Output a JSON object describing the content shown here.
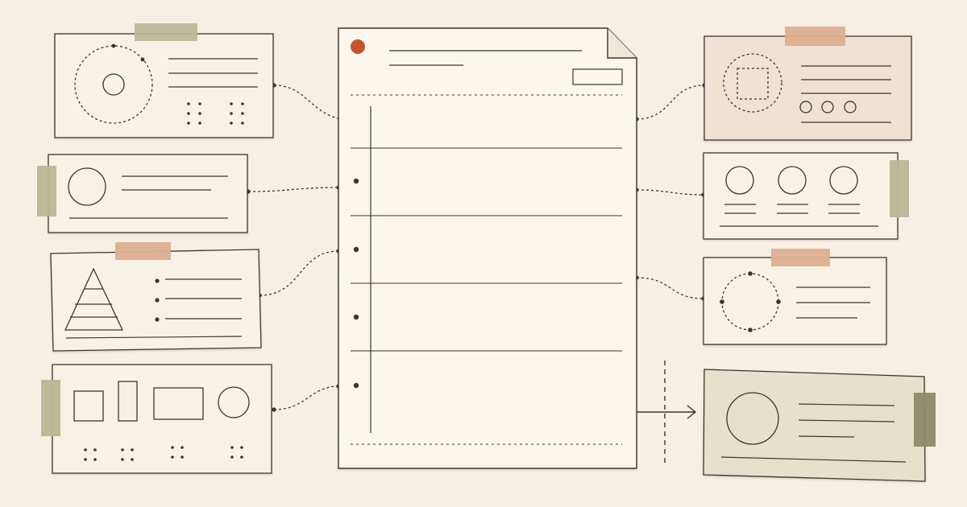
{
  "illustration": {
    "colors": {
      "background": "#f6efe3",
      "card": "#f8f2e6",
      "card_pink": "#f1e1d2",
      "card_green": "#e5e2cc",
      "ink": "#3a3530",
      "ink_light": "#8a847b",
      "accent_dot": "#c8522d",
      "tape_sage": "#b7b795",
      "tape_peach": "#dcae8f",
      "tape_olive": "#8b8a6a"
    },
    "central_document": {
      "icons": [
        "header-dot-icon",
        "page-fold-icon"
      ],
      "section_count": 5
    },
    "left_cards": [
      {
        "name": "card-dashed-circle",
        "icon": "dashed-ring-icon",
        "tape": "tape_sage",
        "tint": "card"
      },
      {
        "name": "card-circle-lines",
        "icon": "circle-icon",
        "tape": "tape_sage",
        "tint": "card"
      },
      {
        "name": "card-pyramid-list",
        "icon": "pyramid-icon",
        "tape": "tape_peach",
        "tint": "card"
      },
      {
        "name": "card-shapes-row",
        "icon": "shapes-icon",
        "tape": "tape_sage",
        "tint": "card"
      }
    ],
    "right_cards": [
      {
        "name": "card-dashed-square",
        "icon": "dashed-square-icon",
        "tape": "tape_peach",
        "tint": "card_pink"
      },
      {
        "name": "card-three-circles",
        "icon": "three-circles-icon",
        "tape": "tape_sage",
        "tint": "card"
      },
      {
        "name": "card-dotted-ring",
        "icon": "dotted-ring-icon",
        "tape": "tape_peach",
        "tint": "card"
      },
      {
        "name": "card-output",
        "icon": "circle-icon",
        "tape": "tape_olive",
        "tint": "card_green"
      }
    ],
    "connector_style": "dashed",
    "output_arrow_icon": "arrow-right-icon"
  }
}
